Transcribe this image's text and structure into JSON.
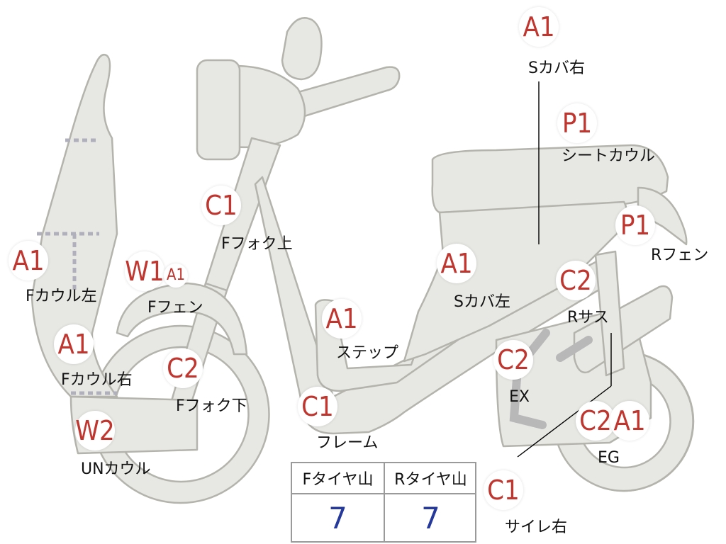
{
  "colors": {
    "badge_text": "#c0362f",
    "part_fill": "#e7e7e3",
    "part_stroke": "#b4b4ad",
    "tire_value": "#24399b"
  },
  "badges": {
    "s_cover_right": "A1",
    "seat_cowl": "P1",
    "r_fender": "P1",
    "f_fork_upper": "C1",
    "f_cowl_left": "A1",
    "f_fender_w": "W1",
    "f_fender_a": "A1",
    "f_cowl_right": "A1",
    "f_fork_lower": "C2",
    "un_cowl": "W2",
    "step": "A1",
    "s_cover_left": "A1",
    "r_sus": "C2",
    "ex": "C2",
    "frame": "C1",
    "eg_c": "C2",
    "eg_a": "A1",
    "muffler_right": "C1"
  },
  "labels": {
    "s_cover_right": "Sカバ右",
    "seat_cowl": "シートカウル",
    "r_fender": "Rフェン",
    "f_fork_upper": "Fフォク上",
    "f_cowl_left": "Fカウル左",
    "f_fender": "Fフェン",
    "f_cowl_right": "Fカウル右",
    "f_fork_lower": "Fフォク下",
    "un_cowl": "UNカウル",
    "step": "ステップ",
    "s_cover_left": "Sカバ左",
    "r_sus": "Rサス",
    "ex": "EX",
    "frame": "フレーム",
    "eg": "EG",
    "muffler_right": "サイレ右"
  },
  "tire_table": {
    "headers": [
      "Fタイヤ山",
      "Rタイヤ山"
    ],
    "values": [
      "7",
      "7"
    ]
  }
}
